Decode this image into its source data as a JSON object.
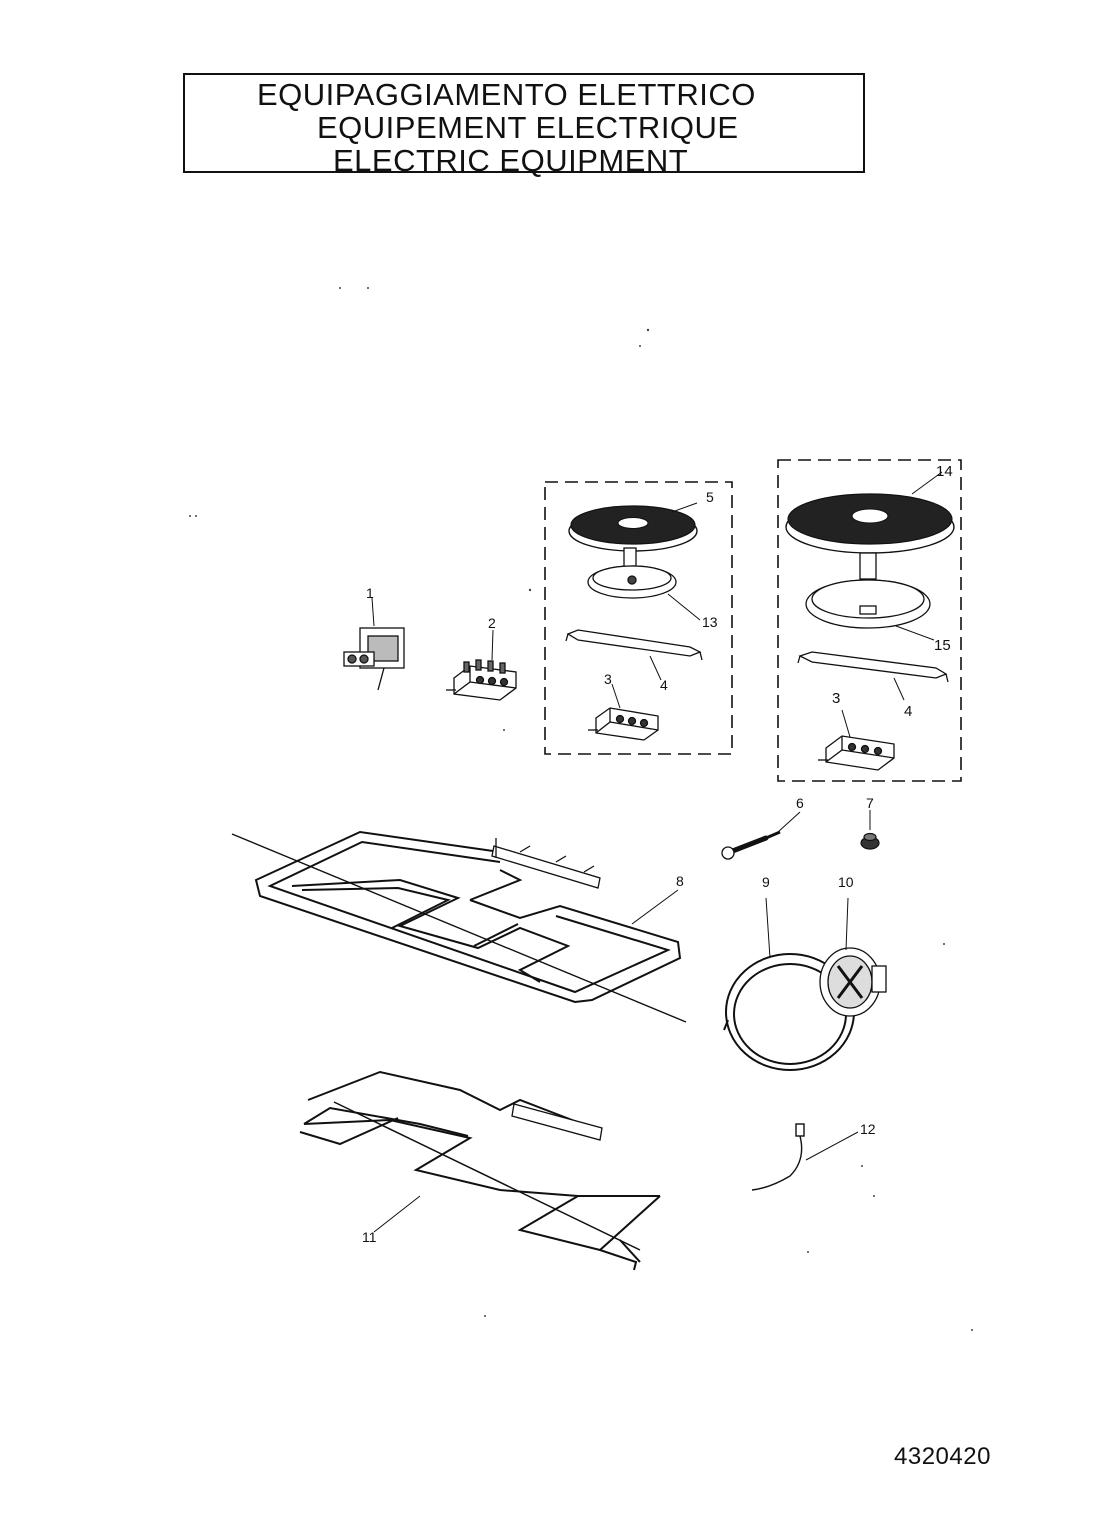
{
  "title": {
    "line1": "EQUIPAGGIAMENTO ELETTRICO",
    "line2": "EQUIPEMENT ELECTRIQUE",
    "line3": "ELECTRIC EQUIPMENT"
  },
  "callouts": {
    "c1": "1",
    "c2": "2",
    "c3a": "3",
    "c4a": "4",
    "c5": "5",
    "c13": "13",
    "c14": "14",
    "c15": "15",
    "c4b": "4",
    "c3b": "3",
    "c6": "6",
    "c7": "7",
    "c8": "8",
    "c9": "9",
    "c10": "10",
    "c11": "11",
    "c12": "12"
  },
  "document_code": "4320420"
}
